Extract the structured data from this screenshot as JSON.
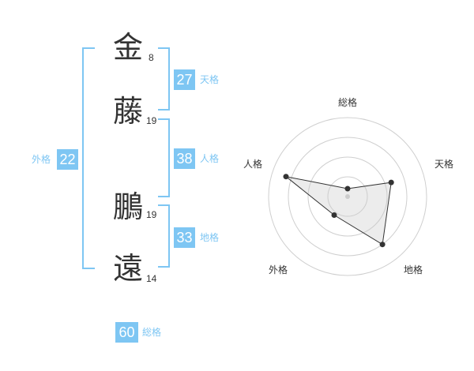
{
  "name_chars": [
    {
      "char": "金",
      "strokes": "8"
    },
    {
      "char": "藤",
      "strokes": "19"
    },
    {
      "char": "鵬",
      "strokes": "19"
    },
    {
      "char": "遠",
      "strokes": "14"
    }
  ],
  "grids": {
    "tenkaku": {
      "value": "27",
      "label": "天格"
    },
    "jinkaku": {
      "value": "38",
      "label": "人格"
    },
    "chikaku": {
      "value": "33",
      "label": "地格"
    },
    "gaikaku": {
      "value": "22",
      "label": "外格"
    },
    "soukaku": {
      "value": "60",
      "label": "総格"
    }
  },
  "colors": {
    "accent": "#7ec6f3",
    "text": "#333333"
  },
  "chart_data": {
    "type": "radar",
    "axes": [
      "総格",
      "天格",
      "地格",
      "外格",
      "人格"
    ],
    "values": [
      0.1,
      0.58,
      0.75,
      0.29,
      0.82
    ],
    "rings": 4,
    "scale": [
      0,
      1
    ]
  }
}
